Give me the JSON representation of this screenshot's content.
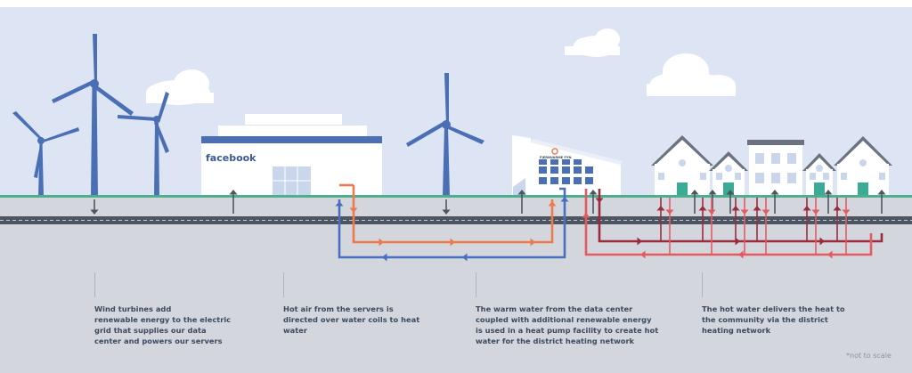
{
  "brand": {
    "facebook": "facebook",
    "heat_plant": "FJERNVARME FYN"
  },
  "captions": [
    "Wind turbines add\nrenewable energy to the electric\ngrid that supplies our data\ncenter and powers our servers",
    "Hot air from the servers is\ndirected over water coils to heat\nwater",
    "The warm water from the data center\ncoupled with additional renewable energy\nis used in a heat pump facility to create hot\nwater for the district heating network",
    "The hot water delivers the heat to\nthe community via the district\nheating network"
  ],
  "note": "*not to scale",
  "colors": {
    "sky": "#dde4f3",
    "ground": "#d3d7dd",
    "grass_line": "#4fae8c",
    "turbine": "#4a6fb5",
    "cold_pipe": "#4a6fc0",
    "warm_pipe": "#ec7a4c",
    "hot_pipe": "#9b2c3d",
    "return_pipe": "#e55a60",
    "arrow_gray": "#4d5560",
    "door_teal": "#3bab96"
  }
}
